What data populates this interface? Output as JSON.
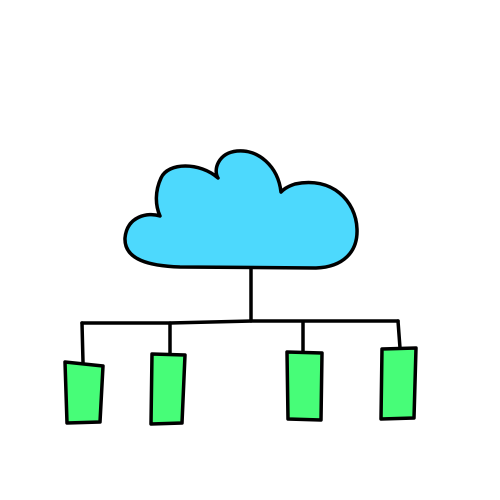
{
  "diagram": {
    "type": "cloud-network",
    "colors": {
      "background": "#ffffff",
      "ink": "#000000",
      "cloud_fill": "#4dd9fd",
      "device_fill": "#47fd78"
    },
    "nodes": [
      {
        "id": "cloud",
        "icon": "cloud-icon"
      },
      {
        "id": "device-1",
        "icon": "device-icon"
      },
      {
        "id": "device-2",
        "icon": "device-icon"
      },
      {
        "id": "device-3",
        "icon": "device-icon"
      },
      {
        "id": "device-4",
        "icon": "device-icon"
      }
    ],
    "edges": [
      {
        "from": "cloud",
        "to": "device-1"
      },
      {
        "from": "cloud",
        "to": "device-2"
      },
      {
        "from": "cloud",
        "to": "device-3"
      },
      {
        "from": "cloud",
        "to": "device-4"
      }
    ]
  }
}
